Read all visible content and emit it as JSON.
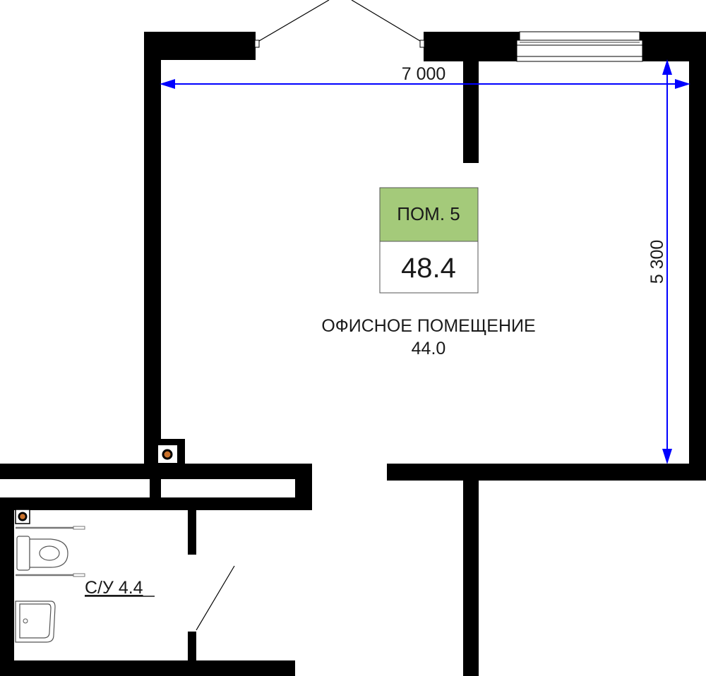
{
  "room": {
    "number_label": "ПОМ. 5",
    "total_area": "48.4",
    "number_bg_color": "#a4ca7a"
  },
  "office": {
    "name": "ОФИСНОЕ ПОМЕЩЕНИЕ",
    "area": "44.0"
  },
  "bathroom": {
    "label": "С/У 4.4"
  },
  "dimensions": {
    "width": "7 000",
    "height": "5 300",
    "color": "#0000ff"
  },
  "icons": [
    "riser-icon",
    "toilet-icon",
    "sink-icon",
    "door-swing-icon",
    "window-icon",
    "grab-bar-icon"
  ]
}
